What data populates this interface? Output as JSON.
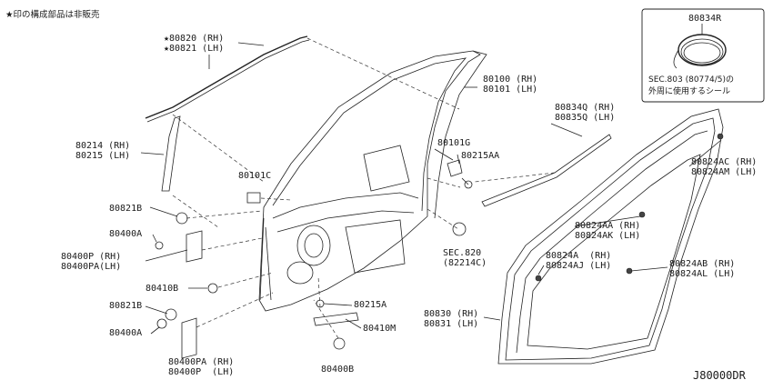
{
  "header": {
    "note": "★印の構成部品は非販売"
  },
  "footer": {
    "code": "J80000DR"
  },
  "inset": {
    "part": "80834R",
    "note_line1": "SEC.803 (80774/5)の",
    "note_line2": "外周に使用するシール"
  },
  "labels": {
    "p80820": [
      "★80820 (RH)",
      "★80821 (LH)"
    ],
    "p80100": [
      "80100 (RH)",
      "80101 (LH)"
    ],
    "p80214": [
      "80214 (RH)",
      "80215 (LH)"
    ],
    "p80101G": [
      "80101G"
    ],
    "p80215AA": [
      "80215AA"
    ],
    "p80834Q": [
      "80834Q (RH)",
      "80835Q (LH)"
    ],
    "p80101C": [
      "80101C"
    ],
    "p80821B_top": [
      "80821B"
    ],
    "p80400A_top": [
      "80400A"
    ],
    "p80400P_top": [
      "80400P (RH)",
      "80400PA(LH)"
    ],
    "pSEC820": [
      "SEC.820",
      "(82214C)"
    ],
    "p80410B": [
      "80410B"
    ],
    "p80215A": [
      "80215A"
    ],
    "p80821B_bot": [
      "80821B"
    ],
    "p80410M": [
      "80410M"
    ],
    "p80400A_bot": [
      "80400A"
    ],
    "p80400PA_bot": [
      "80400PA (RH)",
      "80400P  (LH)"
    ],
    "p80400B": [
      "80400B"
    ],
    "p80824AC": [
      "80824AC (RH)",
      "80824AM (LH)"
    ],
    "p80824AA": [
      "80824AA (RH)",
      "80824AK (LH)"
    ],
    "p80824A": [
      "80824A  (RH)",
      "80824AJ (LH)"
    ],
    "p80824AB": [
      "80824AB (RH)",
      "80824AL (LH)"
    ],
    "p80830": [
      "80830 (RH)",
      "80831 (LH)"
    ]
  }
}
